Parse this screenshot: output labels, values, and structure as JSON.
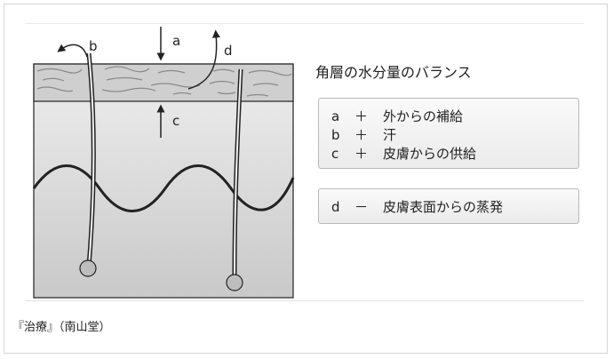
{
  "diagram": {
    "label_a": "a",
    "label_b": "b",
    "label_c": "c",
    "label_d": "d"
  },
  "legend": {
    "title": "角層の水分量のバランス",
    "gains": [
      {
        "letter": "a",
        "sign": "＋",
        "text": "外からの補給"
      },
      {
        "letter": "b",
        "sign": "＋",
        "text": "汗"
      },
      {
        "letter": "c",
        "sign": "＋",
        "text": "皮膚からの供給"
      }
    ],
    "loss": {
      "letter": "d",
      "sign": "－",
      "text": "皮膚表面からの蒸発"
    }
  },
  "caption": "『治療』（南山堂）"
}
